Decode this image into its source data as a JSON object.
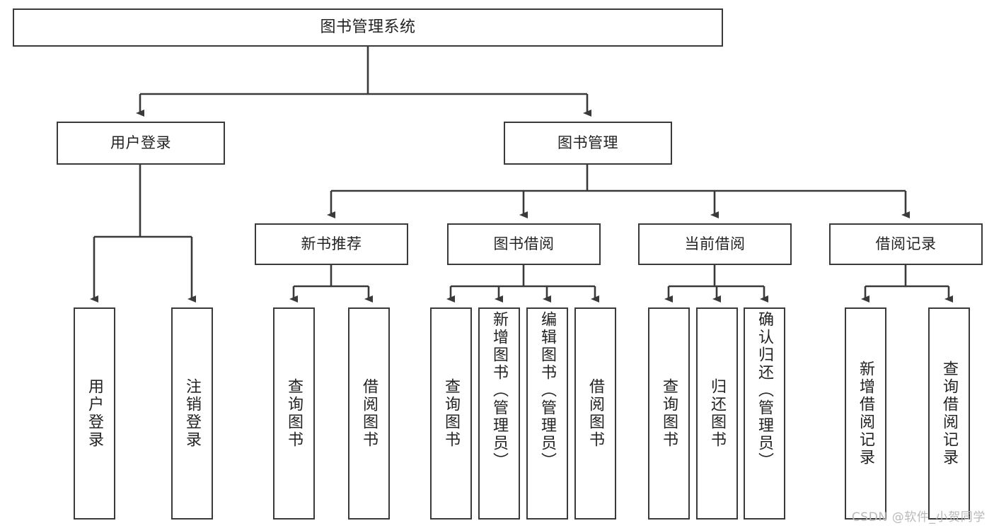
{
  "diagram": {
    "title": "图书管理系统",
    "type": "functional-structure-tree",
    "stroke_color": "#3a3a3a",
    "text_color": "#232323",
    "background_color": "#ffffff",
    "watermark": "CSDN @软件_小贺同学"
  },
  "nodes": {
    "root": {
      "label": "图书管理系统"
    },
    "level2": [
      {
        "label": "用户登录"
      },
      {
        "label": "图书管理"
      }
    ],
    "level3": [
      {
        "label": "新书推荐"
      },
      {
        "label": "图书借阅"
      },
      {
        "label": "当前借阅"
      },
      {
        "label": "借阅记录"
      }
    ],
    "leaves": {
      "user_login": [
        {
          "label": "用户登录"
        },
        {
          "label": "注销登录"
        }
      ],
      "new_book_recommend": [
        {
          "label": "查询图书"
        },
        {
          "label": "借阅图书"
        }
      ],
      "book_borrow": [
        {
          "label": "查询图书"
        },
        {
          "label": "新增图书（管理员）"
        },
        {
          "label": "编辑图书（管理员）"
        },
        {
          "label": "借阅图书"
        }
      ],
      "current_borrow": [
        {
          "label": "查询图书"
        },
        {
          "label": "归还图书"
        },
        {
          "label": "确认归还（管理员）"
        }
      ],
      "borrow_record": [
        {
          "label": "新增借阅记录"
        },
        {
          "label": "查询借阅记录"
        }
      ]
    }
  }
}
